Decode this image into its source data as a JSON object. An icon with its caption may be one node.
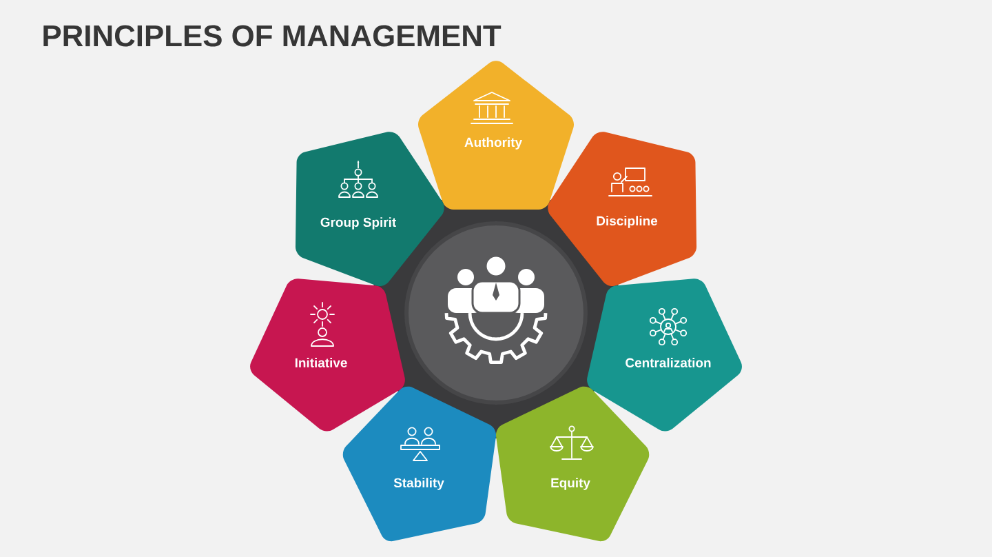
{
  "diagram": {
    "title": "PRINCIPLES OF MANAGEMENT",
    "nodes": [
      {
        "text": [
          "Authority"
        ]
      },
      {
        "text": [
          "Discipline"
        ]
      },
      {
        "text": [
          "Centralization"
        ]
      },
      {
        "text": [
          "Equity"
        ]
      },
      {
        "text": [
          "Stability"
        ]
      },
      {
        "text": [
          "Initiative"
        ]
      },
      {
        "text": [
          "Group Spirit"
        ]
      },
      {
        "text": [],
        "shape": "circle"
      }
    ]
  }
}
